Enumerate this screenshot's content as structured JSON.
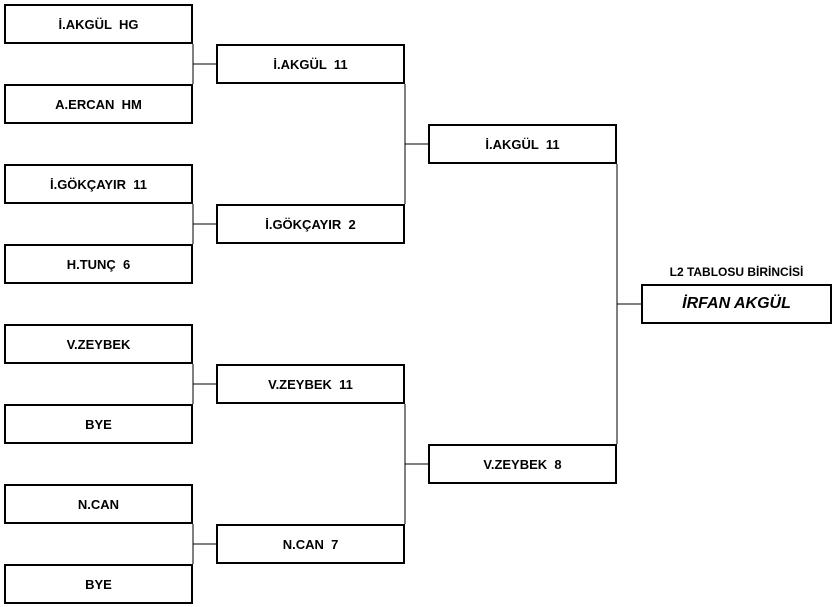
{
  "round1": [
    {
      "label": "İ.AKGÜL  HG"
    },
    {
      "label": "A.ERCAN  HM"
    },
    {
      "label": "İ.GÖKÇAYIR  11"
    },
    {
      "label": "H.TUNÇ  6"
    },
    {
      "label": "V.ZEYBEK"
    },
    {
      "label": "BYE"
    },
    {
      "label": "N.CAN"
    },
    {
      "label": "BYE"
    }
  ],
  "round2": [
    {
      "label": "İ.AKGÜL  11"
    },
    {
      "label": "İ.GÖKÇAYIR  2"
    },
    {
      "label": "V.ZEYBEK  11"
    },
    {
      "label": "N.CAN  7"
    }
  ],
  "round3": [
    {
      "label": "İ.AKGÜL  11"
    },
    {
      "label": "V.ZEYBEK  8"
    }
  ],
  "champion": {
    "title": "L2 TABLOSU BİRİNCİSİ",
    "name": "İRFAN AKGÜL"
  }
}
